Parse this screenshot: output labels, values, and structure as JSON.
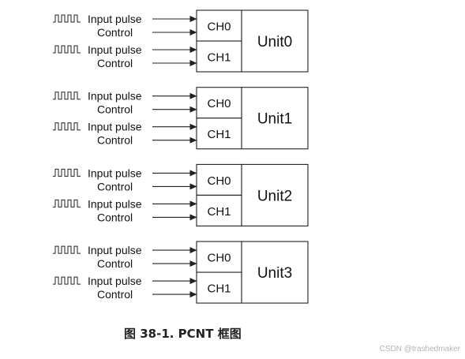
{
  "units": [
    {
      "name": "Unit0",
      "channels": [
        {
          "name": "CH0",
          "inputs": [
            "Input pulse",
            "Control"
          ]
        },
        {
          "name": "CH1",
          "inputs": [
            "Input pulse",
            "Control"
          ]
        }
      ]
    },
    {
      "name": "Unit1",
      "channels": [
        {
          "name": "CH0",
          "inputs": [
            "Input pulse",
            "Control"
          ]
        },
        {
          "name": "CH1",
          "inputs": [
            "Input pulse",
            "Control"
          ]
        }
      ]
    },
    {
      "name": "Unit2",
      "channels": [
        {
          "name": "CH0",
          "inputs": [
            "Input pulse",
            "Control"
          ]
        },
        {
          "name": "CH1",
          "inputs": [
            "Input pulse",
            "Control"
          ]
        }
      ]
    },
    {
      "name": "Unit3",
      "channels": [
        {
          "name": "CH0",
          "inputs": [
            "Input pulse",
            "Control"
          ]
        },
        {
          "name": "CH1",
          "inputs": [
            "Input pulse",
            "Control"
          ]
        }
      ]
    }
  ],
  "caption": "图 38-1. PCNT 框图",
  "watermark": "CSDN @trashedmaker",
  "colors": {
    "stroke": "#222222",
    "text": "#111111",
    "watermark": "#b5b5b5"
  },
  "icons": {
    "pulse": "pulse-waveform-icon",
    "arrow": "arrow-right-icon"
  }
}
